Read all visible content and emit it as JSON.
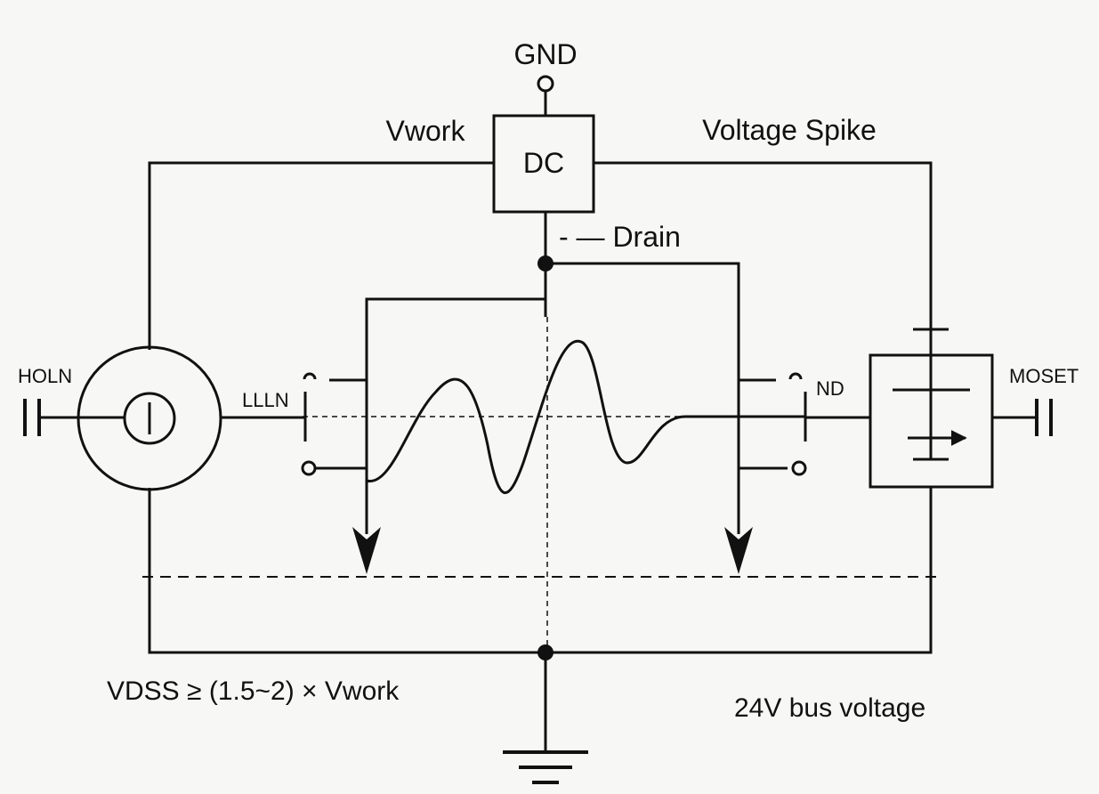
{
  "labels": {
    "gnd": "GND",
    "vwork": "Vwork",
    "voltage_spike": "Voltage Spike",
    "dc": "DC",
    "drain": "- — Drain",
    "holn": "HOLN",
    "llln": "LLLN",
    "nd": "ND",
    "moset": "MOSET",
    "vdss_rule": "VDSS ≥ (1.5~2) × Vwork",
    "bus_voltage": "24V bus voltage"
  },
  "colors": {
    "ink": "#111111",
    "background": "#f7f7f5"
  }
}
